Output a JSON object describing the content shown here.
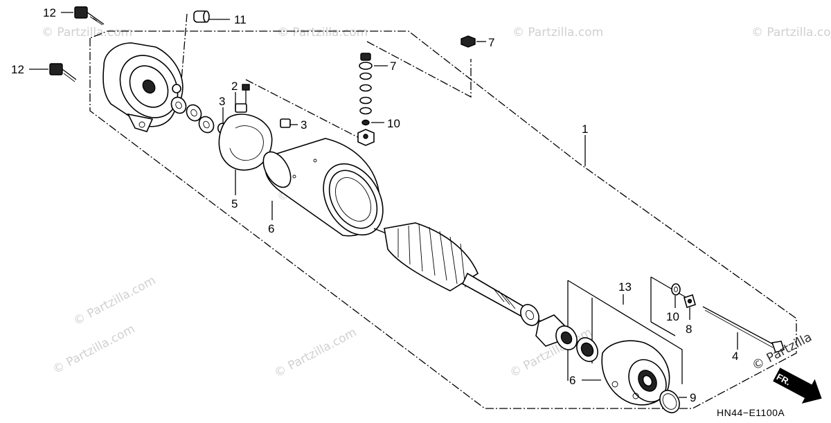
{
  "diagram": {
    "code": "HN44−E1100A",
    "direction_label": "FR.",
    "watermark": "© Partzilla.com",
    "watermark_corner": "© Partzilla",
    "callouts": [
      "1",
      "2",
      "3",
      "3",
      "4",
      "5",
      "6",
      "6",
      "7",
      "7",
      "8",
      "9",
      "10",
      "10",
      "11",
      "12",
      "12",
      "13"
    ]
  }
}
